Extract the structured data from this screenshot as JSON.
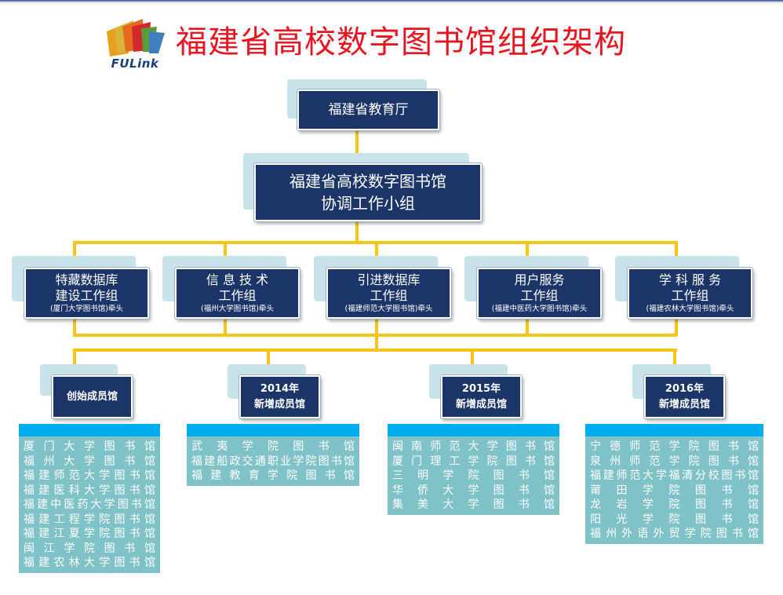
{
  "header": {
    "logo_text": "FULink",
    "title": "福建省高校数字图书馆组织架构"
  },
  "top_node": {
    "label": "福建省教育厅"
  },
  "coord_node": {
    "line1": "福建省高校数字图书馆",
    "line2": "协调工作小组"
  },
  "work_groups": [
    {
      "line1": "特藏数据库",
      "line2": "建设工作组",
      "lead": "(厦门大学图书馆)牵头"
    },
    {
      "line1": "信 息 技 术",
      "line2": "工作组",
      "lead": "(福州大学图书馆)牵头"
    },
    {
      "line1": "引进数据库",
      "line2": "工作组",
      "lead": "(福建师范大学图书馆)牵头"
    },
    {
      "line1": "用户服务",
      "line2": "工作组",
      "lead": "(福建中医药大学图书馆)牵头"
    },
    {
      "line1": "学 科 服 务",
      "line2": "工作组",
      "lead": "(福建农林大学图书馆)牵头"
    }
  ],
  "member_groups": [
    {
      "line1": "创始成员馆",
      "line2": "",
      "libraries": [
        "厦门大学图书馆",
        "福州大学图书馆",
        "福建师范大学图书馆",
        "福建医科大学图书馆",
        "福建中医药大学图书馆",
        "福建工程学院图书馆",
        "福建江夏学院图书馆",
        "闽江学院图书馆",
        "福建农林大学图书馆"
      ]
    },
    {
      "line1": "2014年",
      "line2": "新增成员馆",
      "libraries": [
        "武夷学院图书馆",
        "福建船政交通职业学院图书馆",
        "福建教育学院图书馆"
      ]
    },
    {
      "line1": "2015年",
      "line2": "新增成员馆",
      "libraries": [
        "闽南师范大学图书馆",
        "厦门理工学院图书馆",
        "三明学院图书馆",
        "华侨大学图书馆",
        "集美大学图书馆"
      ]
    },
    {
      "line1": "2016年",
      "line2": "新增成员馆",
      "libraries": [
        "宁德师范学院图书馆",
        "泉州师范学院图书馆",
        "福建师范大学福清分校图书馆",
        "莆田学院图书馆",
        "龙岩学院图书馆",
        "阳光学院图书馆",
        "福州外语外贸学院图书馆"
      ]
    }
  ],
  "colors": {
    "title": "#e8141f",
    "node_fill": "#1c3568",
    "connector": "#f5c518",
    "list_header": "#00aeef",
    "list_body": "#7fc2c8",
    "node_shadow": "#c8e4ea"
  }
}
